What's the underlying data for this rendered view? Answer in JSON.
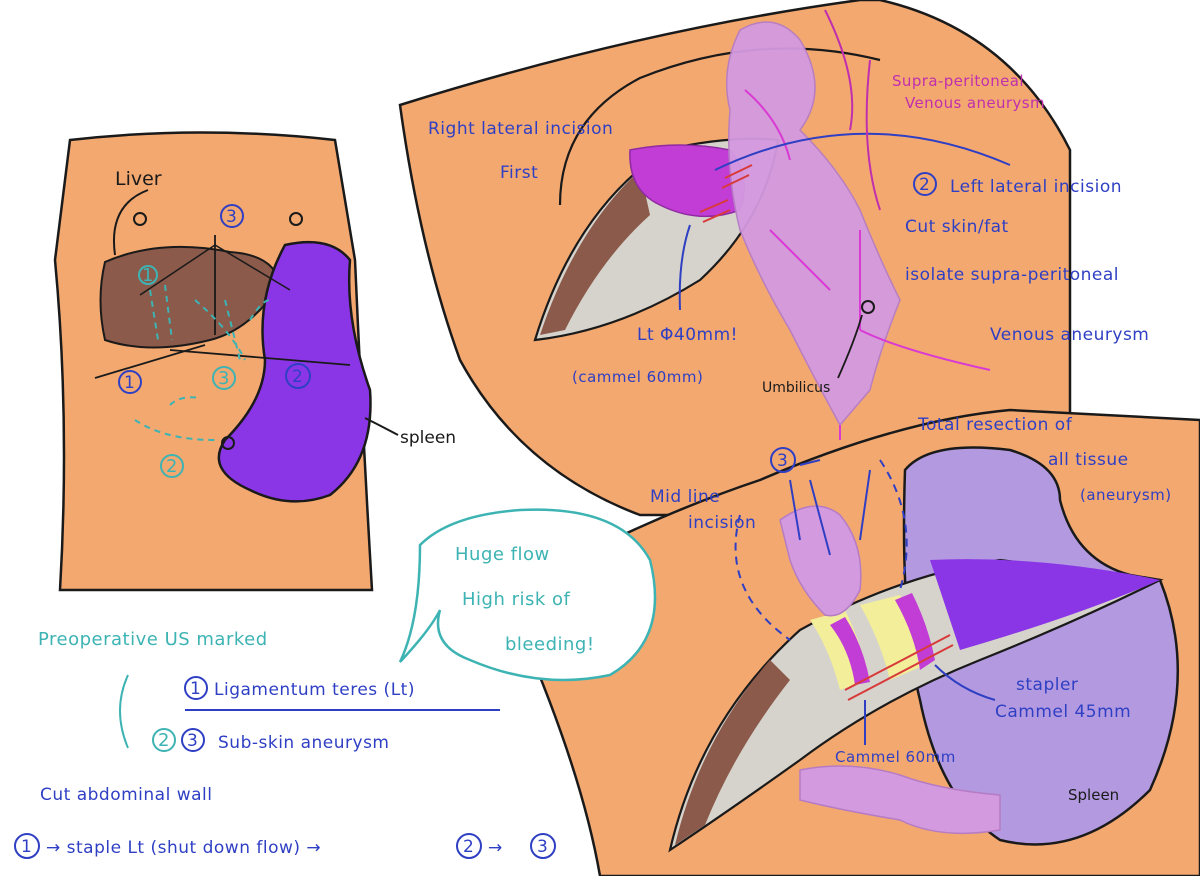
{
  "colors": {
    "skin": "#f3a870",
    "outline": "#1a1a1a",
    "liver": "#8b5a4a",
    "spleen": "#8a36e6",
    "spleen_light": "#b39ae0",
    "aneurysm": "#d49ae0",
    "aneurysm_dark": "#c23cd6",
    "bowel": "#d6d3cc",
    "ink_blue": "#2f3fc4",
    "ink_teal": "#3db3b3",
    "ink_magenta": "#c02fae",
    "stapler": "#d83a3a",
    "yellow": "#f2ee9a"
  },
  "left_panel": {
    "liver_label": "Liver",
    "spleen_label": "spleen",
    "marker_1": "1",
    "marker_2": "2",
    "marker_3": "3"
  },
  "top_right_panel": {
    "right_incision": "Right lateral incision",
    "first": "First",
    "supra_peritoneal": "Supra-peritoneal",
    "venous_aneurysm": "Venous aneurysm",
    "left_incision_num": "2",
    "left_incision": "Left lateral incision",
    "cut_skin": "Cut skin/fat",
    "isolate": "isolate supra-peritoneal",
    "venous_aneurysm_2": "Venous aneurysm",
    "lt_size": "Lt Φ40mm!",
    "cammel_60": "(cammel 60mm)",
    "umbilicus": "Umbilicus"
  },
  "bottom_right_panel": {
    "total_resection": "Total resection of",
    "all_tissue": "all tissue",
    "aneurysm_paren": "(aneurysm)",
    "step_3": "3",
    "midline": "Mid line",
    "incision": "incision",
    "huge_flow": "Huge flow",
    "high_risk": "High risk of",
    "bleeding": "bleeding!",
    "stapler": "stapler",
    "cammel_45": "Cammel 45mm",
    "cammel_60b": "Cammel 60mm",
    "spleen_label": "Spleen"
  },
  "notes": {
    "preop": "Preoperative US marked",
    "item1_num": "1",
    "item1": "Ligamentum teres (Lt)",
    "item2_num_a": "2",
    "item2_num_b": "3",
    "item2": "Sub-skin aneurysm",
    "cut_wall": "Cut abdominal wall",
    "seq_1": "1",
    "seq_text": "→ staple Lt (shut down flow) →",
    "seq_2": "2",
    "seq_arrow": "→",
    "seq_3": "3"
  }
}
